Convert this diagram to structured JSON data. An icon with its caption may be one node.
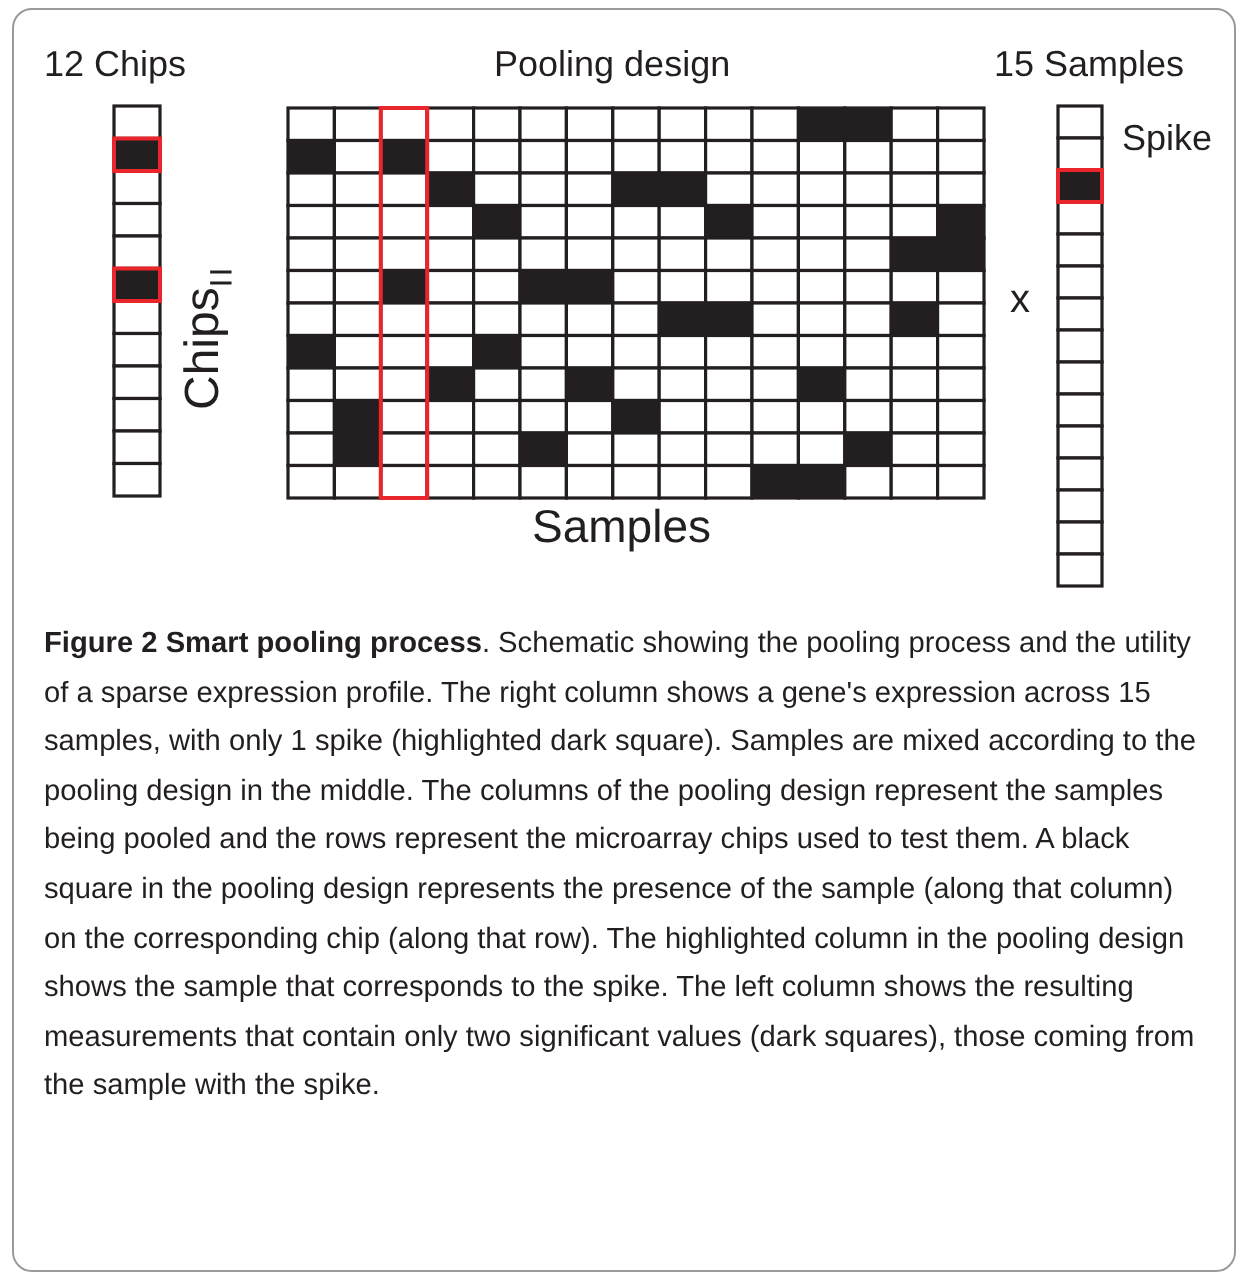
{
  "diagram": {
    "caption": "**Figure 2 Smart pooling process**. Schematic showing the pooling process and the utility of a sparse expression profile. The right column shows a gene's expression across 15 samples, with only 1 spike (highlighted dark square). Samples are mixed according to the pooling design in the middle. The columns of the pooling design represent the samples being pooled and the rows represent the microarray chips used to test them. A black square in the pooling design represents the presence of the sample (along that column) on the corresponding chip (along that row). The highlighted column in the pooling design shows the sample that corresponds to the spike. The left column shows the resulting measurements that contain only two significant values (dark squares), those coming from the sample with the spike.",
    "labels": [
      "12 Chips",
      "Pooling design",
      "15 Samples",
      "Spike",
      "=",
      "Chips",
      "x",
      "Samples"
    ]
  }
}
